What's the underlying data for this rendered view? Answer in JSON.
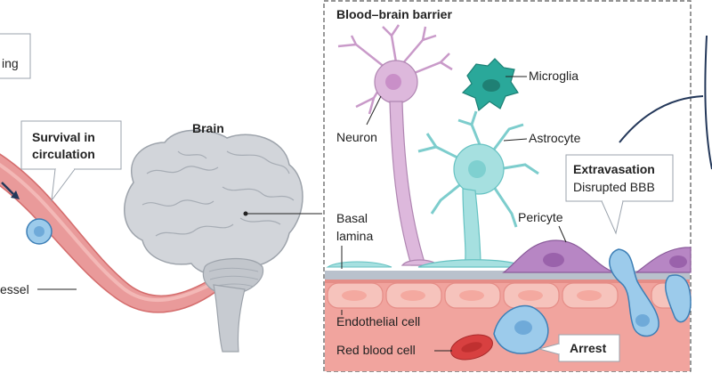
{
  "left_panel": {
    "partial_box_text": "ing",
    "survival_label_line1": "Survival in",
    "survival_label_line2": "circulation",
    "brain_label": "Brain",
    "vessel_label": "essel"
  },
  "bbb_panel": {
    "title": "Blood–brain barrier",
    "labels": {
      "microglia": "Microglia",
      "neuron": "Neuron",
      "astrocyte": "Astrocyte",
      "basal_lamina_line1": "Basal",
      "basal_lamina_line2": "lamina",
      "pericyte": "Pericyte",
      "extravasation": "Extravasation",
      "disrupted_bbb": "Disrupted BBB",
      "endothelial_cell": "Endothelial cell",
      "red_blood_cell": "Red blood cell",
      "arrest": "Arrest"
    }
  },
  "colors": {
    "vessel": "#e99a9a",
    "vessel_dark": "#d46c6c",
    "tumor_cell": "#9ccbeb",
    "tumor_cell_dark": "#3d7fb6",
    "neuron": "#ddb8dc",
    "astrocyte": "#a6e0e0",
    "microglia": "#2aa89a",
    "pericyte": "#b786c4",
    "brain": "#d2d5da",
    "red_blood_cell": "#d84040",
    "endothelium": "#f3b4ad",
    "dark_line": "#24385a"
  }
}
